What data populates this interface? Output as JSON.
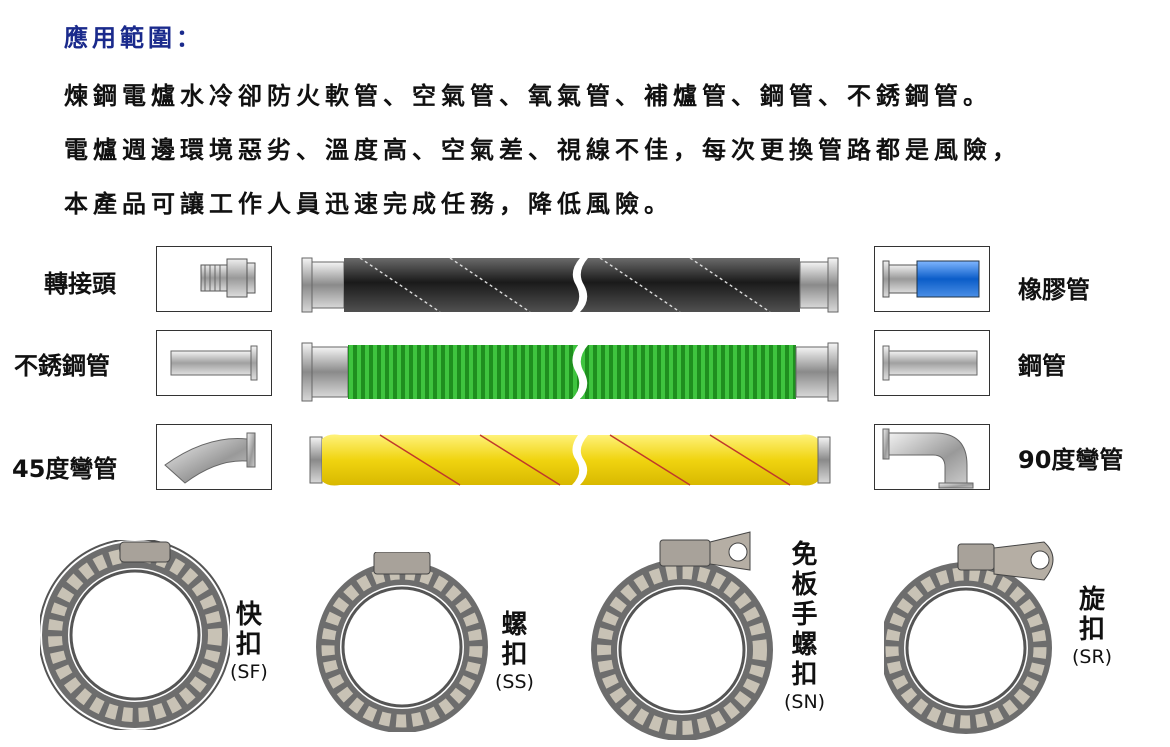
{
  "heading": "應用範圍：",
  "paragraph": [
    "煉鋼電爐水冷卻防火軟管、空氣管、氧氣管、補爐管、鋼管、不銹鋼管。",
    "電爐週邊環境惡劣、溫度高、空氣差、視線不佳，每次更換管路都是風險，",
    "本產品可讓工作人員迅速完成任務，降低風險。"
  ],
  "fittings_left": [
    "轉接頭",
    "不銹鋼管",
    "45度彎管"
  ],
  "fittings_right": [
    "橡膠管",
    "鋼管",
    "90度彎管"
  ],
  "hoses": [
    {
      "name": "black rubber hose",
      "color": "#2a2a2a",
      "stripe": "#dddddd"
    },
    {
      "name": "green corrugated hose",
      "color": "#27a327",
      "stripe": "#116611"
    },
    {
      "name": "yellow fireproof hose",
      "color": "#f2dc1a",
      "stripe": "#c0392b"
    }
  ],
  "clamps": [
    {
      "chars": [
        "快",
        "扣"
      ],
      "code": "(SF)"
    },
    {
      "chars": [
        "螺",
        "扣"
      ],
      "code": "(SS)"
    },
    {
      "chars": [
        "免",
        "板",
        "手",
        "螺",
        "扣"
      ],
      "code": "(SN)"
    },
    {
      "chars": [
        "旋",
        "扣"
      ],
      "code": "(SR)"
    }
  ]
}
